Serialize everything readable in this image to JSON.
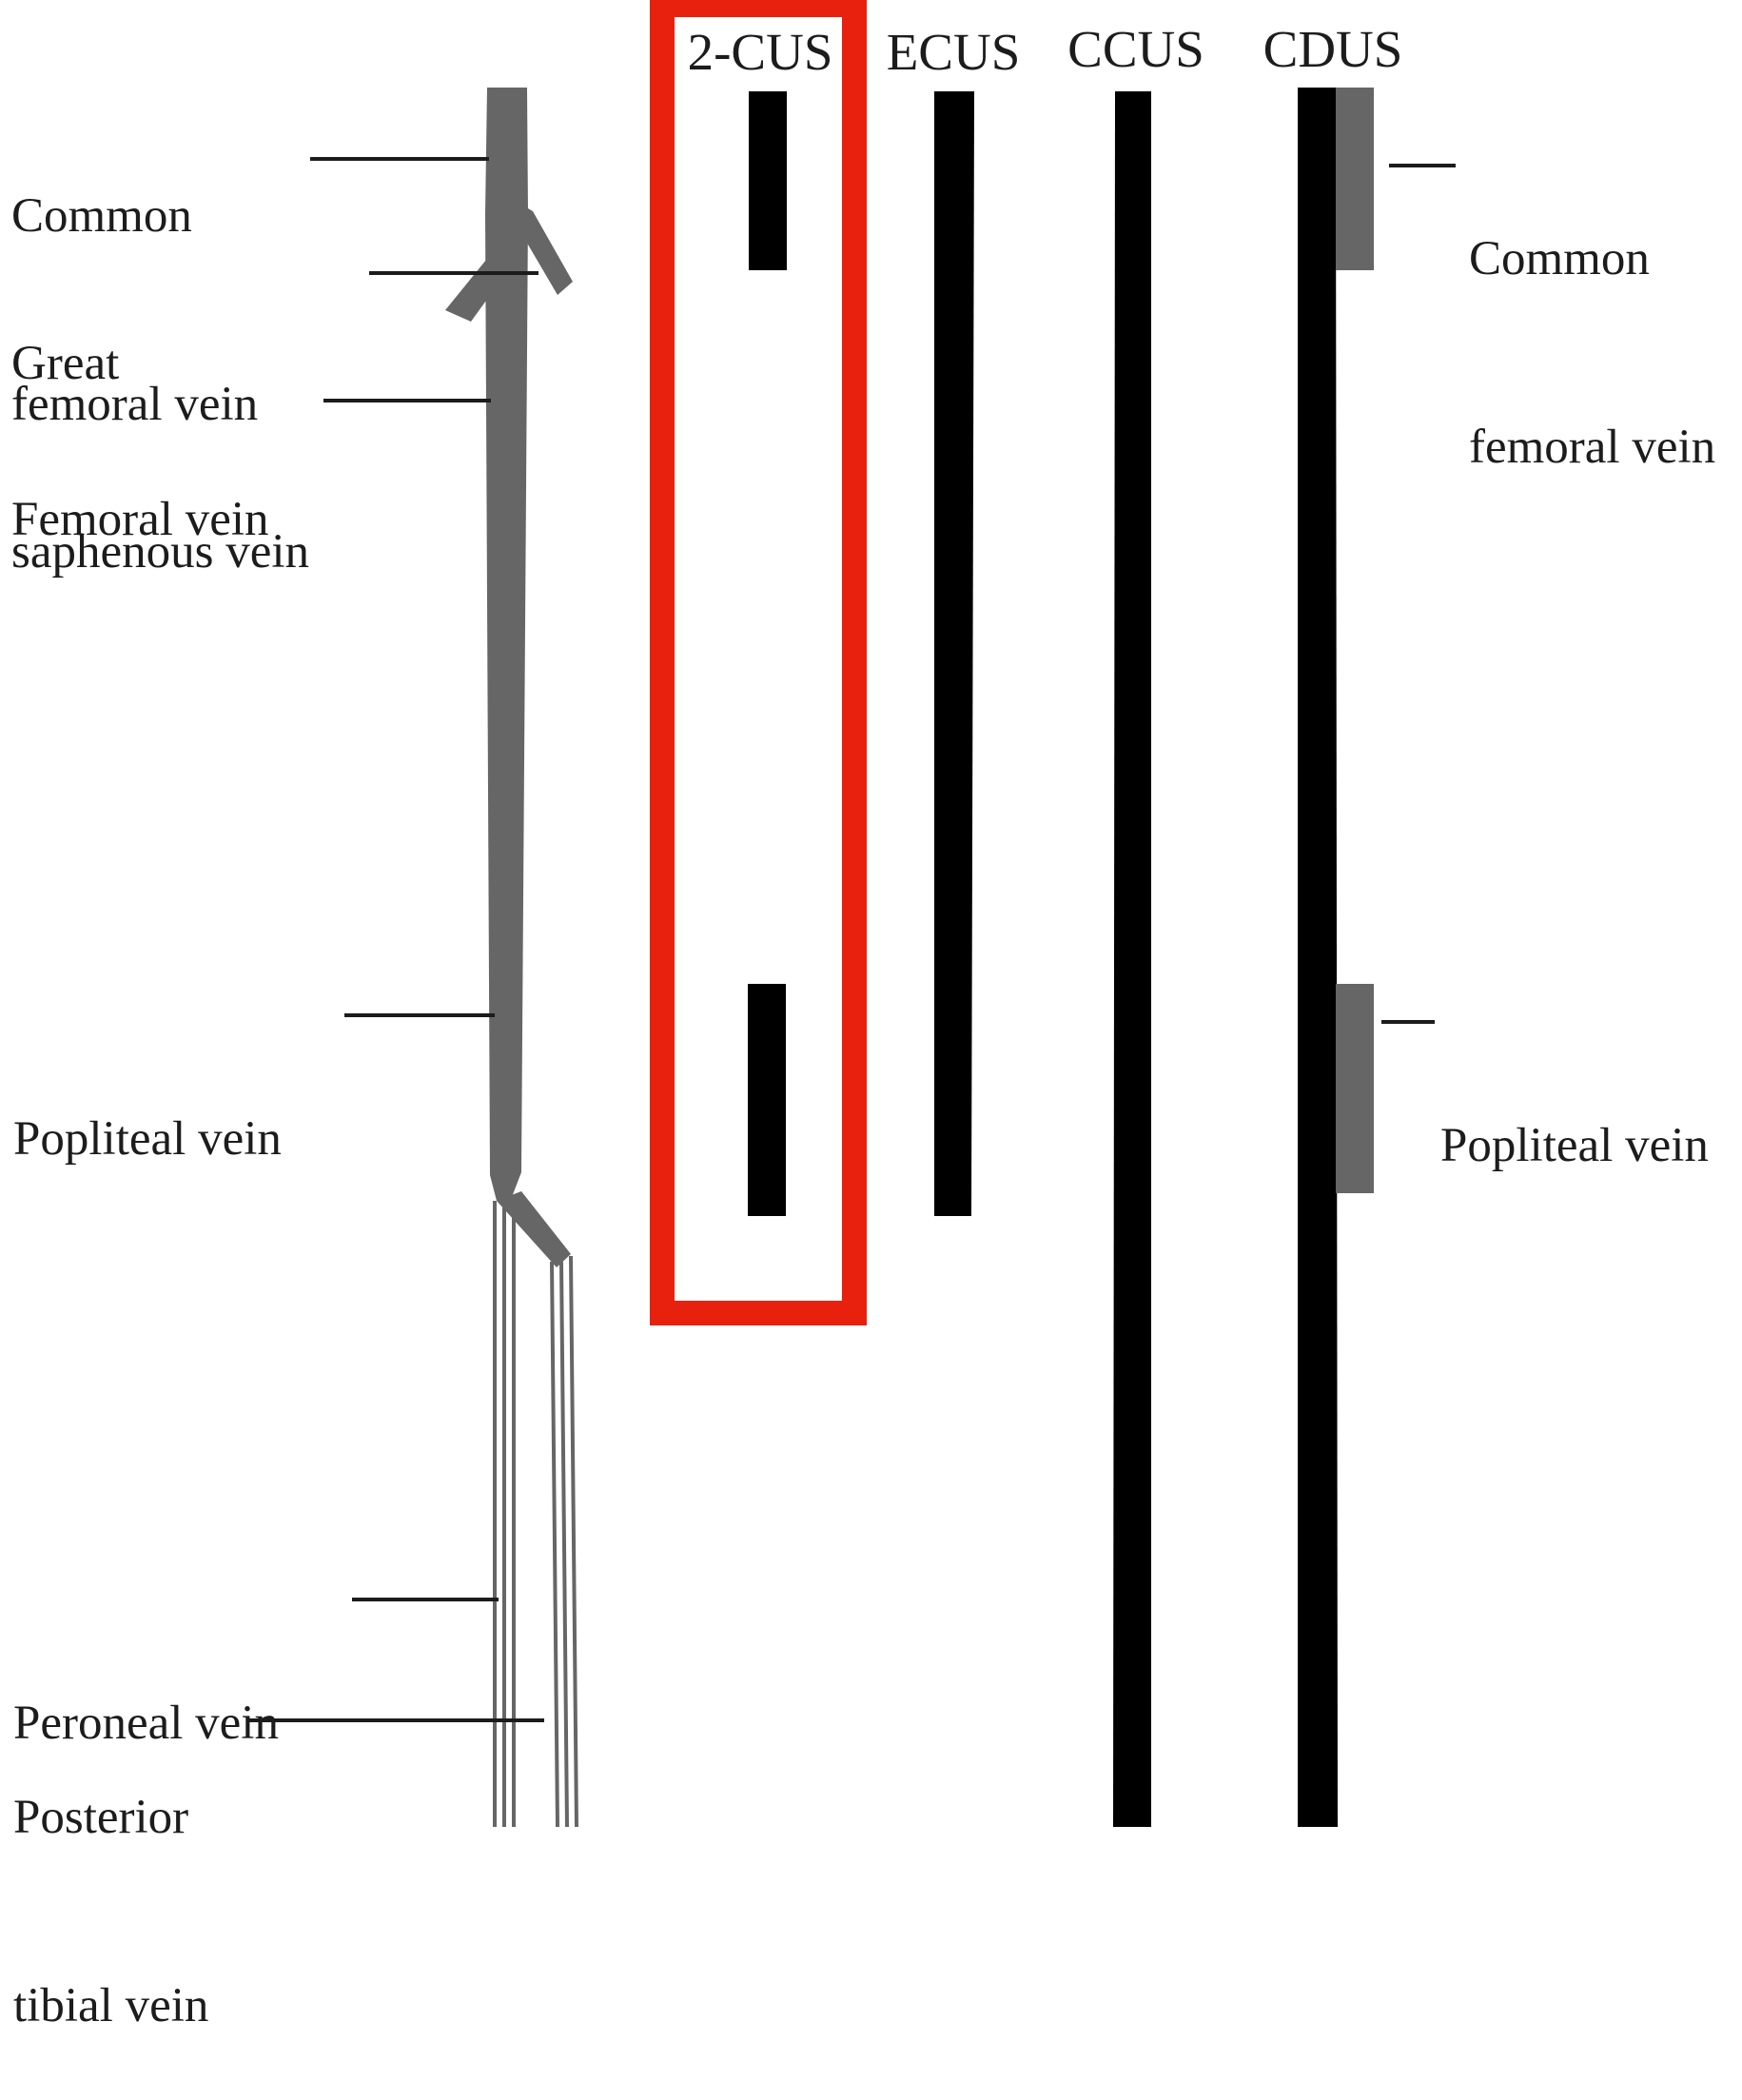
{
  "columns": [
    {
      "id": "2cus",
      "label": "2-CUS",
      "highlighted": true
    },
    {
      "id": "ecus",
      "label": "ECUS",
      "highlighted": false
    },
    {
      "id": "ccus",
      "label": "CCUS",
      "highlighted": false
    },
    {
      "id": "cdus",
      "label": "CDUS",
      "highlighted": false
    }
  ],
  "left_labels": {
    "common_femoral": [
      "Common",
      "femoral vein"
    ],
    "great_saphenous": [
      "Great",
      "saphenous vein"
    ],
    "femoral": [
      "Femoral vein"
    ],
    "popliteal": [
      "Popliteal vein"
    ],
    "peroneal": [
      "Peroneal vein"
    ],
    "posterior_tibial": [
      "Posterior",
      "tibial vein"
    ]
  },
  "right_labels": {
    "common_femoral": [
      "Common",
      "femoral vein"
    ],
    "popliteal": [
      "Popliteal vein"
    ]
  },
  "colors": {
    "highlight": "#e8210f",
    "bar": "#000000",
    "vein": "#666666",
    "text": "#1c1c1c"
  }
}
